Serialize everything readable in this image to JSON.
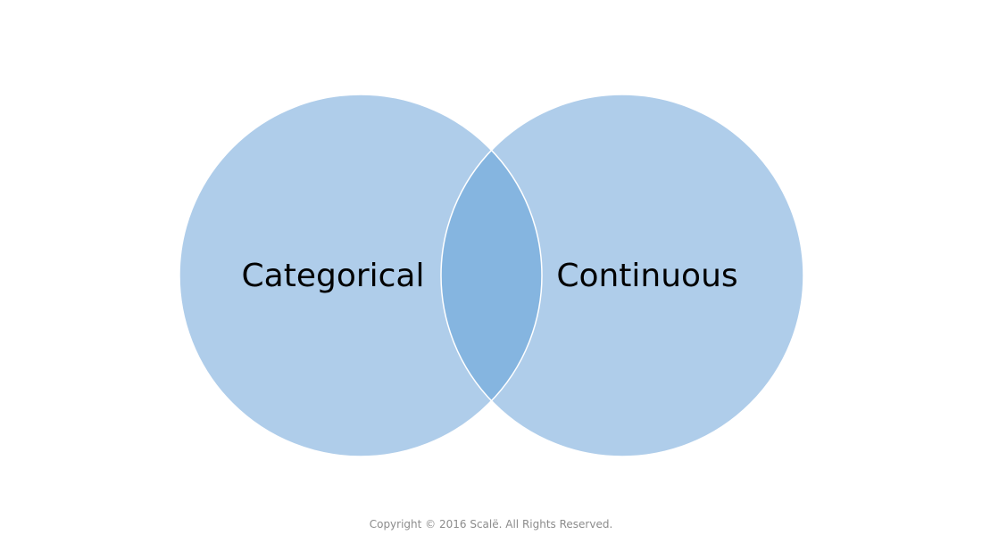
{
  "diagram": {
    "type": "venn",
    "sets": [
      {
        "label": "Categorical",
        "color": "#afcdea"
      },
      {
        "label": "Continuous",
        "color": "#afcdea"
      }
    ],
    "overlap_color": "#85b5e0",
    "outline_color": "#ffffff"
  },
  "footer": {
    "copyright": "Copyright © 2016 Scalë. All Rights Reserved."
  }
}
